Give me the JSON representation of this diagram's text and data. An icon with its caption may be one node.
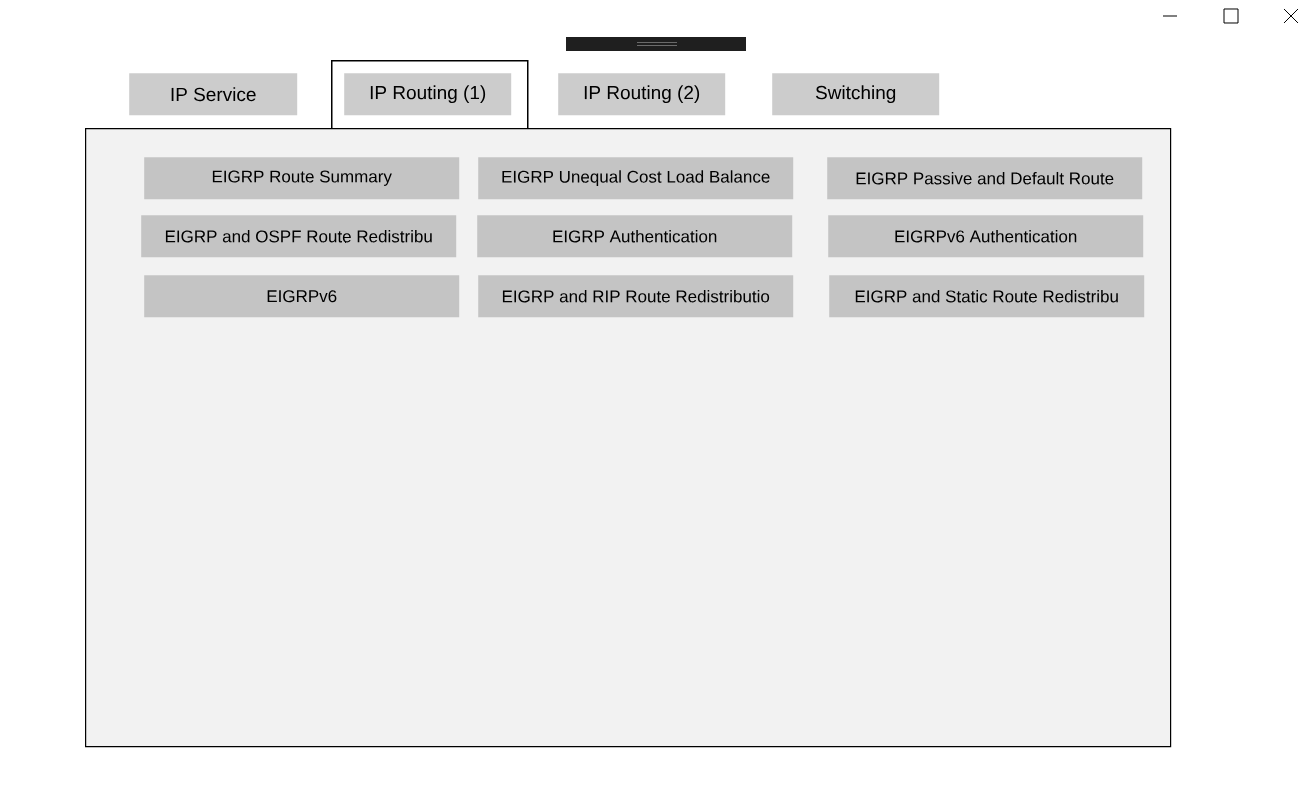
{
  "diagram": {
    "nodes": [
      {
        "text": [
          "IP Service"
        ]
      },
      {
        "text": [],
        "shape": "box"
      },
      {
        "text": [
          "IP Routing (1)"
        ],
        "in": 1
      },
      {
        "text": [
          "IP Routing (2)"
        ]
      },
      {
        "text": [
          "Switching"
        ]
      },
      {
        "text": [],
        "shape": "box"
      },
      {
        "text": [
          "EIGRP Route Summary"
        ],
        "in": 5
      },
      {
        "text": [
          "EIGRP Unequal Cost Load Balance"
        ],
        "in": 5
      },
      {
        "text": [
          "EIGRP Passive and Default Route"
        ],
        "in": 5
      },
      {
        "text": [
          "EIGRP and OSPF Route Redistribu"
        ],
        "in": 5
      },
      {
        "text": [
          "EIGRP Authentication"
        ],
        "in": 5
      },
      {
        "text": [
          "EIGRPv6 Authentication"
        ],
        "in": 5
      },
      {
        "text": [
          "EIGRPv6"
        ],
        "in": 5
      },
      {
        "text": [
          "EIGRP and RIP Route Redistributio"
        ],
        "in": 5
      },
      {
        "text": [
          "EIGRP and Static Route Redistribu"
        ],
        "in": 5
      }
    ]
  }
}
